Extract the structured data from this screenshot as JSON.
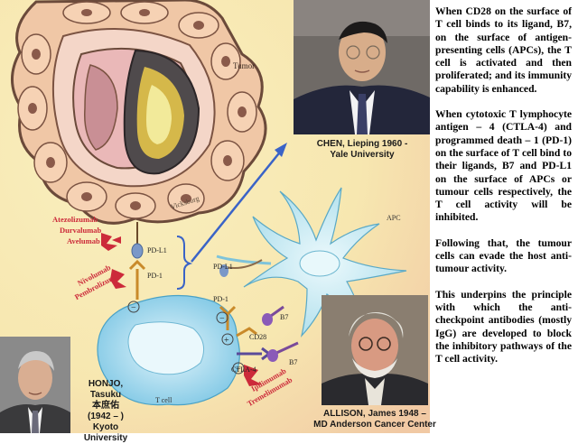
{
  "diagram": {
    "tumor_label": "Tumor",
    "vessel_label": "Vicksburg",
    "apc_label": "APC",
    "tcell_label": "T cell",
    "receptors": {
      "pdl1_tumor": "PD-L1",
      "pd1_tumor": "PD-1",
      "pdl1_apc": "PD-L1",
      "pd1_tcell": "PD-1",
      "b7_top": "B7",
      "cd28": "CD28",
      "ctla4": "CTLA-4",
      "b7_bottom": "B7"
    },
    "signs": [
      "−",
      "−",
      "+",
      "−"
    ],
    "drugs_pdl1": [
      "Atezolizumab",
      "Durvalumab",
      "Avelumab"
    ],
    "drugs_pd1": [
      "Nivolumab",
      "Pembrolizumab"
    ],
    "drugs_ctla4": [
      "Ipilimumab",
      "Tremelimumab"
    ]
  },
  "people": {
    "chen": {
      "caption_line1": "CHEN, Lieping 1960 -",
      "caption_line2": "Yale University"
    },
    "allison": {
      "caption_line1": "ALLISON, James 1948 –",
      "caption_line2": "MD Anderson Cancer Center"
    },
    "honjo": {
      "caption_lines": [
        "HONJO, Tasuku",
        "本庶佑",
        "(1942 – )",
        "Kyoto",
        "University"
      ]
    }
  },
  "paragraphs": [
    "When CD28 on the surface of T cell binds to its ligand, B7, on the surface of antigen-presenting cells (APCs), the T cell is activated and then proliferated; and its immunity capability is enhanced.",
    "When cytotoxic T lymphocyte antigen – 4 (CTLA-4) and programmed death – 1 (PD-1) on the surface of T cell bind to their ligands, B7 and PD-L1 on the surface of APCs or tumour cells respectively, the T cell activity will be inhibited.",
    "Following that, the tumour cells can evade the host anti-tumour activity.",
    "This underpins the principle with which the anti-checkpoint antibodies (mostly IgG) are developed to block the inhibitory pathways of the T cell activity."
  ],
  "colors": {
    "background": "#f7ecb8",
    "tumor_fill": "#f3c8a0",
    "tcell_fill": "#9fd8ee",
    "apc_fill": "#bfe8f2",
    "drug_red": "#cc2a3a",
    "arrow_blue": "#3a63c7"
  }
}
